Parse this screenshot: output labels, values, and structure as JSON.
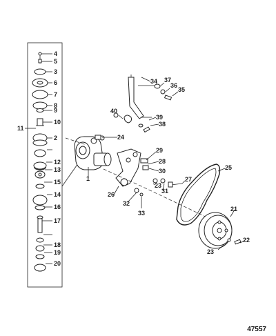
{
  "diagram": {
    "drawing_number": "47557",
    "callouts": [
      {
        "n": "1"
      },
      {
        "n": "2"
      },
      {
        "n": "3"
      },
      {
        "n": "4"
      },
      {
        "n": "5"
      },
      {
        "n": "6"
      },
      {
        "n": "7"
      },
      {
        "n": "8"
      },
      {
        "n": "9"
      },
      {
        "n": "10"
      },
      {
        "n": "11"
      },
      {
        "n": "12"
      },
      {
        "n": "13"
      },
      {
        "n": "14"
      },
      {
        "n": "15"
      },
      {
        "n": "16"
      },
      {
        "n": "17"
      },
      {
        "n": "18"
      },
      {
        "n": "19"
      },
      {
        "n": "20"
      },
      {
        "n": "21"
      },
      {
        "n": "22"
      },
      {
        "n": "23"
      },
      {
        "n": "24"
      },
      {
        "n": "25"
      },
      {
        "n": "26"
      },
      {
        "n": "27"
      },
      {
        "n": "28"
      },
      {
        "n": "29"
      },
      {
        "n": "30"
      },
      {
        "n": "31"
      },
      {
        "n": "32"
      },
      {
        "n": "33"
      },
      {
        "n": "34"
      },
      {
        "n": "35"
      },
      {
        "n": "36"
      },
      {
        "n": "37"
      },
      {
        "n": "38"
      },
      {
        "n": "39"
      },
      {
        "n": "40"
      },
      {
        "n": "23b",
        "text": "23"
      }
    ]
  }
}
